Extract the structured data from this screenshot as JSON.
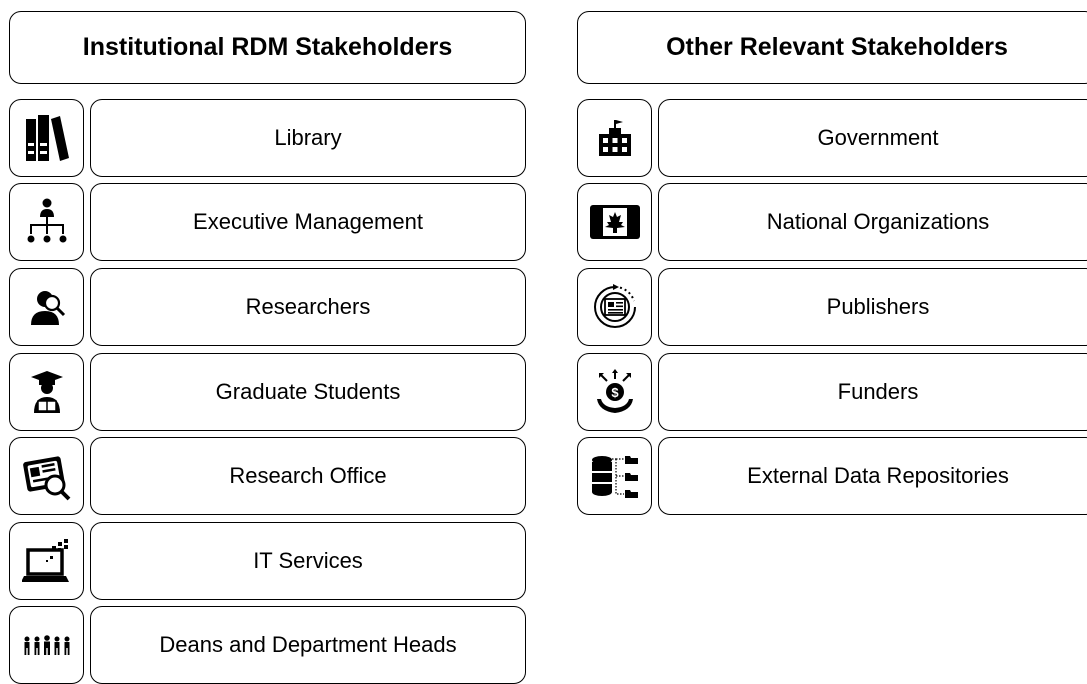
{
  "left": {
    "header": "Institutional RDM Stakeholders",
    "items": [
      {
        "label": "Library",
        "icon": "books-icon"
      },
      {
        "label": "Executive Management",
        "icon": "org-chart-icon"
      },
      {
        "label": "Researchers",
        "icon": "researcher-icon"
      },
      {
        "label": "Graduate Students",
        "icon": "graduate-student-icon"
      },
      {
        "label": "Research Office",
        "icon": "research-office-icon"
      },
      {
        "label": "IT Services",
        "icon": "laptop-icon"
      },
      {
        "label": "Deans and Department Heads",
        "icon": "people-group-icon"
      }
    ]
  },
  "right": {
    "header": "Other Relevant Stakeholders",
    "items": [
      {
        "label": "Government",
        "icon": "government-building-icon"
      },
      {
        "label": "National Organizations",
        "icon": "canada-flag-icon"
      },
      {
        "label": "Publishers",
        "icon": "newspaper-cycle-icon"
      },
      {
        "label": "Funders",
        "icon": "hand-money-icon"
      },
      {
        "label": "External Data Repositories",
        "icon": "database-folders-icon"
      }
    ]
  }
}
